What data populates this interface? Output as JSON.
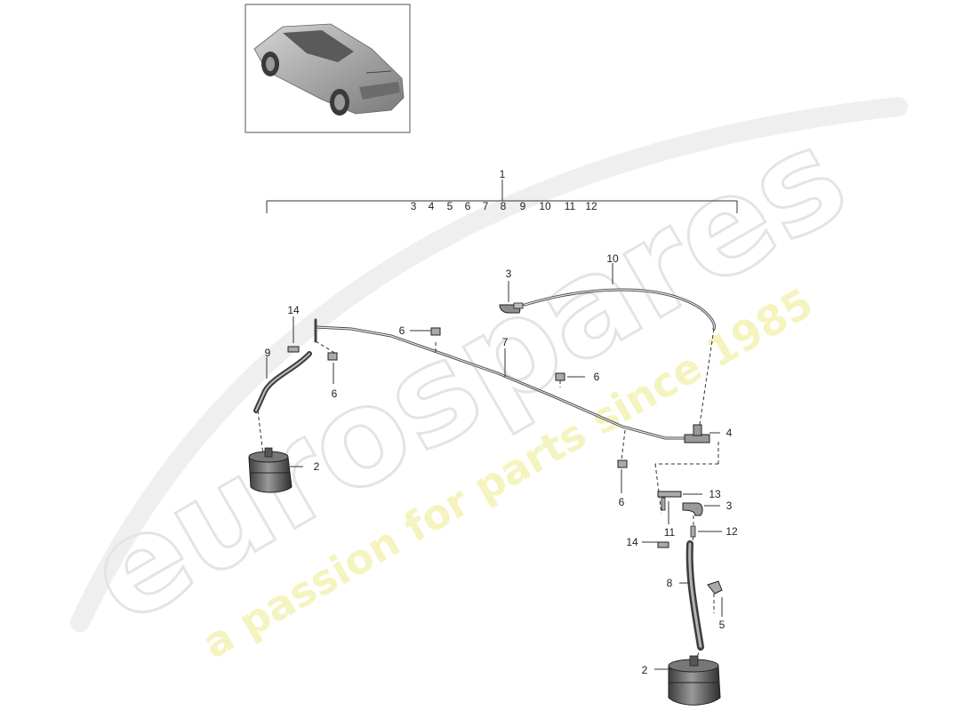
{
  "watermark": {
    "brand": "eurospares",
    "tagline": "a passion for parts since 1985",
    "brand_color": "#e6e6e6",
    "tagline_color": "#f3f0a8"
  },
  "thumbnail": {
    "icon": "car-rear-three-quarter-icon"
  },
  "diagram": {
    "assembly_label": "1",
    "assembly_includes": [
      "3",
      "4",
      "5",
      "6",
      "7",
      "8",
      "9",
      "10",
      "11",
      "12"
    ],
    "callouts": {
      "c14a": "14",
      "c9": "9",
      "c6a": "6",
      "c2a": "2",
      "c6b": "6",
      "c3a": "3",
      "c10": "10",
      "c7": "7",
      "c6c": "6",
      "c4": "4",
      "c6d": "6",
      "c13": "13",
      "c3b": "3",
      "c11": "11",
      "c14b": "14",
      "c12": "12",
      "c8": "8",
      "c5": "5",
      "c2b": "2"
    },
    "parts": {
      "reservoir": "reservoir-icon",
      "hose": "hose-icon",
      "connector": "connector-icon",
      "t_piece": "t-piece-icon",
      "clip": "clip-icon"
    }
  }
}
